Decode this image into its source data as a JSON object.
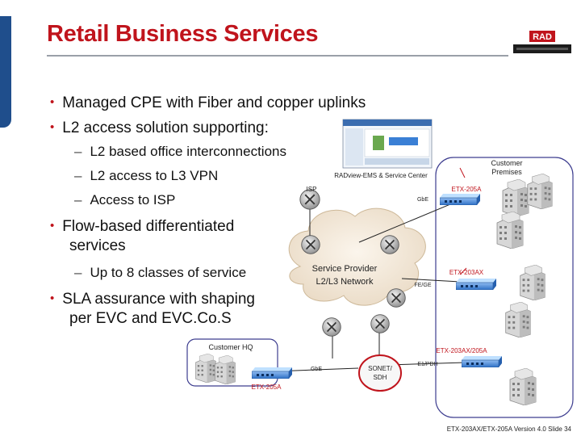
{
  "title": "Retail Business Services",
  "bullets": [
    "Managed CPE with Fiber and copper uplinks",
    "L2 access solution supporting:"
  ],
  "sub_bullets_1": [
    "L2 based office interconnections",
    "L2 access to L3 VPN",
    "Access to ISP"
  ],
  "bullet_flow_line1": "Flow-based differentiated",
  "bullet_flow_line2": "services",
  "sub_bullets_2": [
    "Up to 8 classes of service"
  ],
  "bullet_sla_line1": "SLA assurance with shaping",
  "bullet_sla_line2": "per EVC and EVC.Co.S",
  "diagram": {
    "customer_premises_line1": "Customer",
    "customer_premises_line2": "Premises",
    "radview": "RADview-EMS & Service Center",
    "isp": "ISP",
    "etx205a_top": "ETX-205A",
    "gbe_top": "GbE",
    "service_provider_line1": "Service Provider",
    "service_provider_line2": "L2/L3 Network",
    "etx203ax": "ETX-203AX",
    "fe_ge": "FE/GE",
    "customer_hq": "Customer HQ",
    "etx203ax_205a": "ETX-203AX/205A",
    "gbe_bottom": "GbE",
    "sonet_line1": "SONET/",
    "sonet_line2": "SDH",
    "e1pdh": "E1/PDH",
    "etx205a_bottom": "ETX-205A"
  },
  "footer": "ETX-203AX/ETX-205A Version 4.0   Slide 34",
  "colors": {
    "title": "#c0141c",
    "accent": "#1f4e8c",
    "etx_label": "#c0141c",
    "device": "#3a7fd5"
  }
}
